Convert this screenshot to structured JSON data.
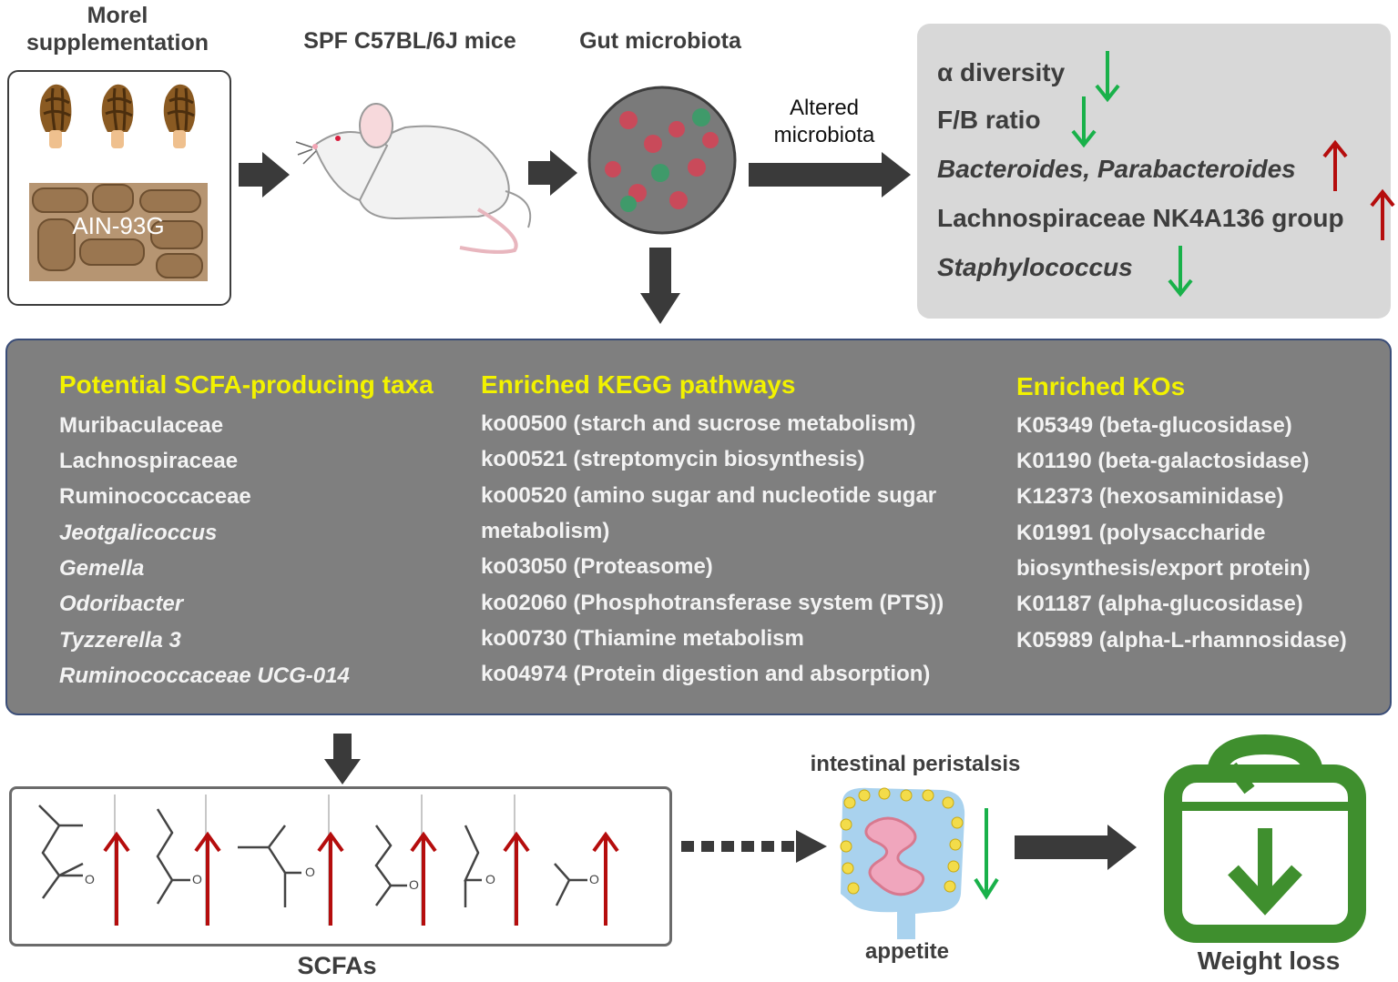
{
  "labels": {
    "morel": "Morel\nsupplementation",
    "diet": "AIN-93G",
    "mice": "SPF C57BL/6J mice",
    "microbiota": "Gut microbiota",
    "altered": "Altered\nmicrobiota",
    "scfas": "SCFAs",
    "peristalsis": "intestinal peristalsis",
    "appetite": "appetite",
    "weight_loss": "Weight loss"
  },
  "results": [
    {
      "text": "α diversity",
      "italic": false,
      "trend": "down"
    },
    {
      "text": "F/B ratio",
      "italic": false,
      "trend": "down"
    },
    {
      "text": "Bacteroides, Parabacteroides",
      "italic": true,
      "trend": "up"
    },
    {
      "text": "Lachnospiraceae NK4A136 group",
      "italic": false,
      "trend": "up"
    },
    {
      "text": "Staphylococcus",
      "italic": true,
      "trend": "down"
    }
  ],
  "columns": {
    "taxa": {
      "heading": "Potential SCFA-producing taxa",
      "items": [
        {
          "text": "Muribaculaceae",
          "italic": false
        },
        {
          "text": "Lachnospiraceae",
          "italic": false
        },
        {
          "text": "Ruminococcaceae",
          "italic": false
        },
        {
          "text": "Jeotgalicoccus",
          "italic": true
        },
        {
          "text": "Gemella",
          "italic": true
        },
        {
          "text": "Odoribacter",
          "italic": true
        },
        {
          "text": "Tyzzerella 3",
          "italic": true
        },
        {
          "text": "Ruminococcaceae UCG-014",
          "italic": true
        }
      ]
    },
    "kegg": {
      "heading": "Enriched KEGG pathways",
      "items": [
        "ko00500 (starch and sucrose metabolism)",
        "ko00521 (streptomycin biosynthesis)",
        "ko00520 (amino sugar and nucleotide sugar",
        "metabolism)",
        "ko03050 (Proteasome)",
        "ko02060 (Phosphotransferase system (PTS))",
        "ko00730 (Thiamine metabolism",
        "ko04974 (Protein digestion and absorption)"
      ]
    },
    "kos": {
      "heading": "Enriched KOs",
      "items": [
        "K05349 (beta-glucosidase)",
        "K01190 (beta-galactosidase)",
        "K12373 (hexosaminidase)",
        "K01991 (polysaccharide",
        "biosynthesis/export protein)",
        "K01187 (alpha-glucosidase)",
        "K05989 (alpha-L-rhamnosidase)"
      ]
    }
  },
  "colors": {
    "arrow_dark": "#3a3a3a",
    "down_green": "#19b14a",
    "up_red": "#b50d0d",
    "heading_yellow": "#f2f200",
    "panel_gray": "#7f7f7f",
    "result_gray": "#d8d8d8",
    "scale_green": "#3f8f2e"
  },
  "icons": [
    "morel-mushroom-icon",
    "feed-pellets-image",
    "mouse-illustration",
    "bacteria-dish-icon",
    "intestine-illustration",
    "weight-scale-icon"
  ]
}
